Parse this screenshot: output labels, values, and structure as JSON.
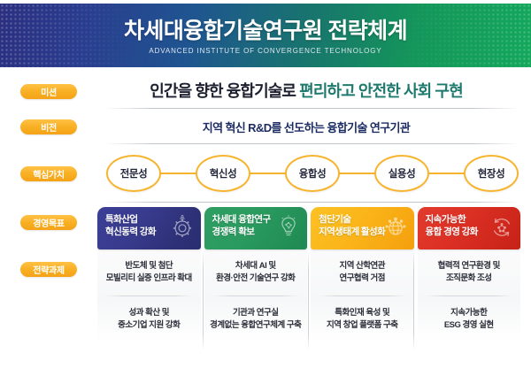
{
  "banner": {
    "title": "차세대융합기술연구원 전략체계",
    "subtitle": "ADVANCED INSTITUTE OF CONVERGENCE TECHNOLOGY"
  },
  "mission": {
    "badge": "미션",
    "text_dark": "인간을 향한 융합기술로 ",
    "text_teal": "편리하고 안전한 사회 구현"
  },
  "vision": {
    "badge": "비전",
    "text": "지역 혁신 R&D를 선도하는 융합기술 연구기관"
  },
  "core_values": {
    "badge": "핵심가치",
    "items": [
      {
        "label": "전문성"
      },
      {
        "label": "혁신성"
      },
      {
        "label": "융합성"
      },
      {
        "label": "실용성"
      },
      {
        "label": "현장성"
      }
    ]
  },
  "goals": {
    "badge": "경영목표"
  },
  "tasks": {
    "badge": "전략과제"
  },
  "columns": [
    {
      "goal_line1": "특화산업",
      "goal_line2": "혁신동력 강화",
      "color": "#32357f",
      "icon": "gear-icon",
      "task1_line1": "반도체 및 첨단",
      "task1_line2": "모빌리티 실증 인프라 확대",
      "task2_line1": "성과 확산 및",
      "task2_line2": "중소기업 지원 강화"
    },
    {
      "goal_line1": "차세대 융합연구",
      "goal_line2": "경쟁력 확보",
      "color": "#27955c",
      "icon": "lightbulb-network-icon",
      "task1_line1": "차세대 AI 및",
      "task1_line2": "환경·안전 기술연구 강화",
      "task2_line1": "기관과 연구실",
      "task2_line2": "경계없는 융합연구체계 구축"
    },
    {
      "goal_line1": "첨단기술",
      "goal_line2": "지역생태계 활성화",
      "color": "#f9b417",
      "icon": "globe-network-icon",
      "task1_line1": "지역 산학연관",
      "task1_line2": "연구협력 거점",
      "task2_line1": "특화인재 육성 및",
      "task2_line2": "지역 창업 플랫폼 구축"
    },
    {
      "goal_line1": "지속가능한",
      "goal_line2": "융합 경영 강화",
      "color": "#d93125",
      "icon": "recycle-arrows-icon",
      "task1_line1": "협력적 연구환경 및",
      "task1_line2": "조직문화 조성",
      "task2_line1": "지속가능한",
      "task2_line2": "ESG 경영 실현"
    }
  ],
  "theme": {
    "badge_orange": "#f8ae21",
    "teal_accent": "#1f7a6e",
    "navy_text": "#1c2c63",
    "value_ring": "#f7b52f"
  }
}
